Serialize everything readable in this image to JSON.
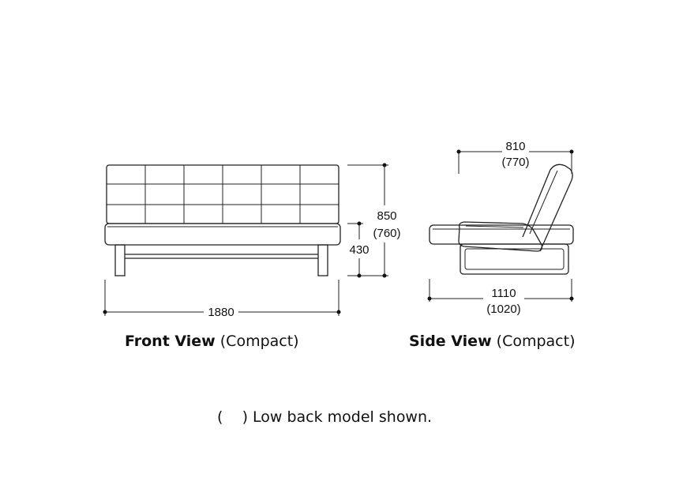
{
  "front": {
    "title_bold": "Front View",
    "title_rest": " (Compact)",
    "dims": {
      "width": "1880",
      "height_total": "850",
      "height_total_alt": "(760)",
      "seat_height": "430"
    }
  },
  "side": {
    "title_bold": "Side View",
    "title_rest": " (Compact)",
    "dims": {
      "depth_top": "810",
      "depth_top_alt": "(770)",
      "depth_bottom": "1110",
      "depth_bottom_alt": "(1020)"
    }
  },
  "footnote": "(    ) Low back model shown."
}
